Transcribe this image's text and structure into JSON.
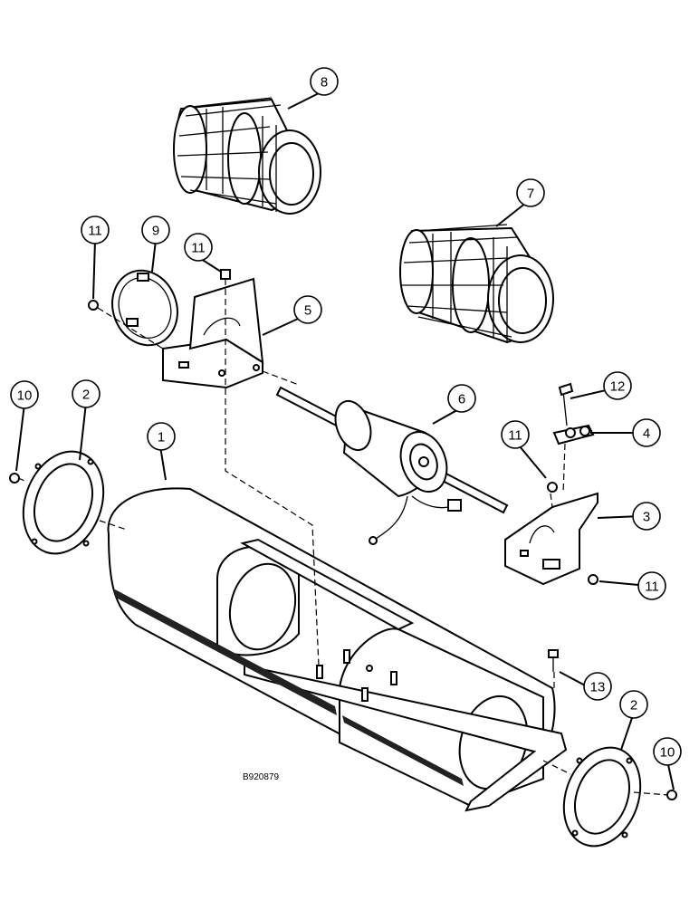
{
  "drawing_reference": "B920879",
  "callouts": [
    {
      "part": "1",
      "label": "1"
    },
    {
      "part": "2",
      "label": "2"
    },
    {
      "part": "2",
      "label": "2"
    },
    {
      "part": "3",
      "label": "3"
    },
    {
      "part": "4",
      "label": "4"
    },
    {
      "part": "5",
      "label": "5"
    },
    {
      "part": "6",
      "label": "6"
    },
    {
      "part": "7",
      "label": "7"
    },
    {
      "part": "8",
      "label": "8"
    },
    {
      "part": "9",
      "label": "9"
    },
    {
      "part": "10",
      "label": "10"
    },
    {
      "part": "10",
      "label": "10"
    },
    {
      "part": "11",
      "label": "11"
    },
    {
      "part": "11",
      "label": "11"
    },
    {
      "part": "11",
      "label": "11"
    },
    {
      "part": "11",
      "label": "11"
    },
    {
      "part": "12",
      "label": "12"
    },
    {
      "part": "13",
      "label": "13"
    }
  ]
}
